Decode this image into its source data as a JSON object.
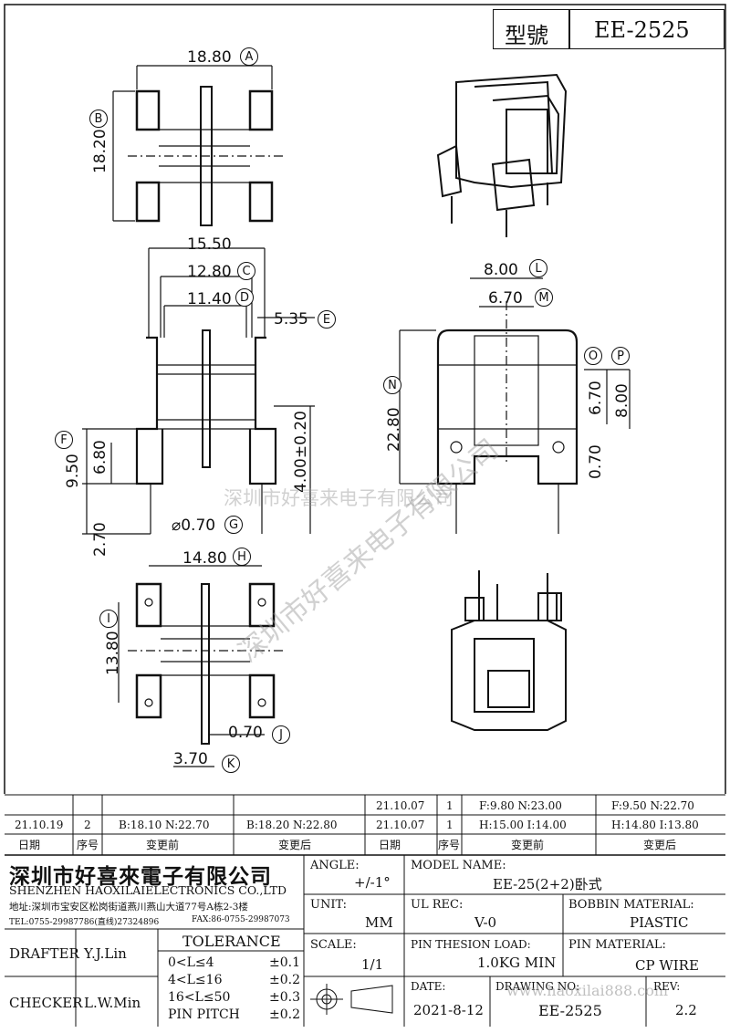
{
  "title_block": {
    "model_label": "型號",
    "model_value": "EE-2525"
  },
  "dimensions": {
    "A": "18.80",
    "B": "18.20",
    "C": "12.80",
    "D": "11.40",
    "E": "5.35",
    "F": "9.50",
    "F_inner": "6.80",
    "G": "⌀0.70",
    "height": "4.00±0.20",
    "top_width": "15.50",
    "K_low": "2.70",
    "H": "14.80",
    "I": "13.80",
    "J": "0.70",
    "K": "3.70",
    "L": "8.00",
    "M": "6.70",
    "N": "22.80",
    "O_val": "6.70",
    "P_val": "8.00",
    "bottom_val": "0.70"
  },
  "markers": [
    "A",
    "B",
    "C",
    "D",
    "E",
    "F",
    "G",
    "H",
    "I",
    "J",
    "K",
    "L",
    "M",
    "N",
    "O",
    "P"
  ],
  "watermark": {
    "text1": "深圳市好喜来电子有限公司",
    "text2": "深圳市好喜来电子有限公司"
  },
  "revisions": {
    "row1": {
      "date_r": "21.10.07",
      "num_r": "1",
      "before_r": "F:9.80  N:23.00",
      "after_r": "F:9.50  N:22.70"
    },
    "row2": {
      "date_l": "21.10.19",
      "num_l": "2",
      "before_l": "B:18.10  N:22.70",
      "after_l": "B:18.20  N:22.80",
      "date_r": "21.10.07",
      "num_r": "1",
      "before_r": "H:15.00  I:14.00",
      "after_r": "H:14.80  I:13.80"
    },
    "headers": {
      "date": "日期",
      "num": "序号",
      "before": "变更前",
      "after": "变更后"
    }
  },
  "company": {
    "name_cn": "深圳市好喜來電子有限公司",
    "name_en": "SHENZHEN HAOXILAIELECTRONICS CO.,LTD",
    "address": "地址:深圳市宝安区松岗街道燕川燕山大道77号A栋2-3楼",
    "tel": "TEL:0755-29987786(直线)27324896",
    "fax": "FAX:86-0755-29987073"
  },
  "fields": {
    "angle_label": "ANGLE:",
    "angle_value": "+/-1°",
    "model_name_label": "MODEL NAME:",
    "model_name_value": "EE-25(2+2)卧式",
    "unit_label": "UNIT:",
    "unit_value": "MM",
    "ul_label": "UL REC:",
    "ul_value": "V-0",
    "bobbin_label": "BOBBIN MATERIAL:",
    "bobbin_value": "PIASTIC",
    "scale_label": "SCALE:",
    "scale_value": "1/1",
    "pin_load_label": "PIN THESION LOAD:",
    "pin_load_value": "1.0KG MIN",
    "pin_mat_label": "PIN MATERIAL:",
    "pin_mat_value": "CP  WIRE",
    "date_label": "DATE:",
    "date_value": "2021-8-12",
    "drawing_no_label": "DRAWING NO:",
    "drawing_no_value": "EE-2525",
    "rev_label": "REV:",
    "rev_value": "2.2",
    "url_watermark": "www.haoxilai888.com"
  },
  "people": {
    "drafter_label": "DRAFTER",
    "drafter_value": "Y.J.Lin",
    "checker_label": "CHECKER",
    "checker_value": "L.W.Min"
  },
  "tolerance": {
    "title": "TOLERANCE",
    "rows": [
      {
        "range": "0<L≤4",
        "value": "±0.1"
      },
      {
        "range": "4<L≤16",
        "value": "±0.2"
      },
      {
        "range": "16<L≤50",
        "value": "±0.3"
      },
      {
        "range": "PIN PITCH",
        "value": "±0.2"
      }
    ]
  }
}
